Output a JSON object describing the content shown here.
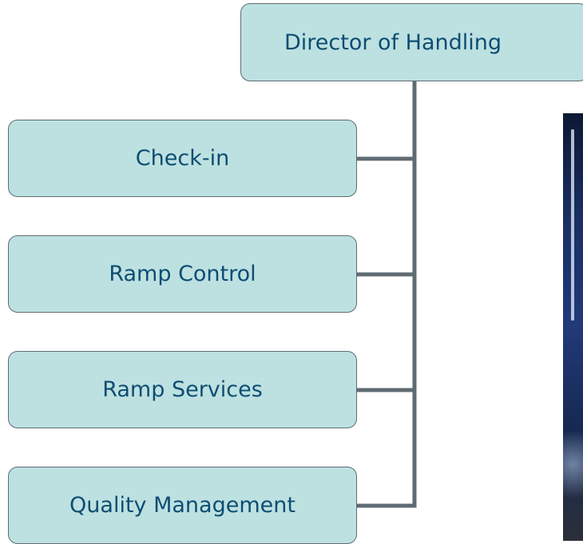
{
  "org_chart": {
    "root": {
      "label": "Director of Handling"
    },
    "children": [
      {
        "label": "Check-in"
      },
      {
        "label": "Ramp Control"
      },
      {
        "label": "Ramp Services"
      },
      {
        "label": "Quality Management"
      }
    ]
  },
  "colors": {
    "box_fill": "#bde1e1",
    "box_border": "#5f6b73",
    "text": "#0e4d72",
    "connector": "#5f6b73"
  }
}
